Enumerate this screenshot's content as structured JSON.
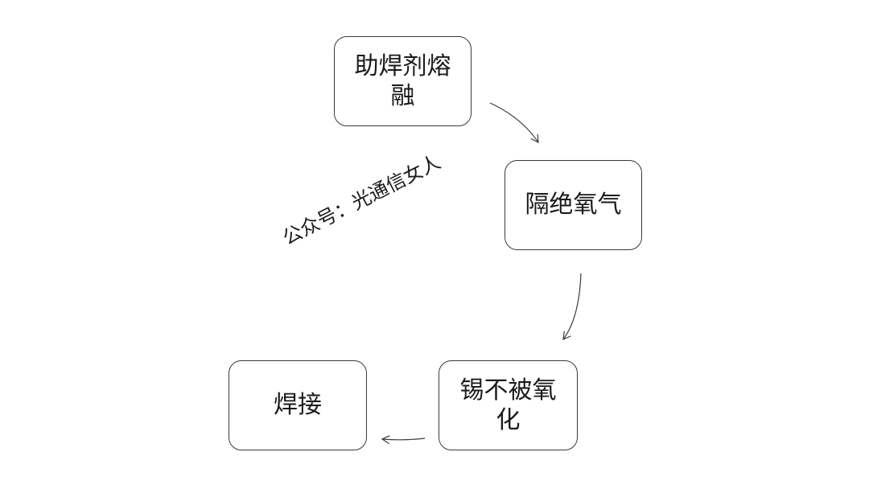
{
  "diagram": {
    "nodes": [
      {
        "id": "flux-melt",
        "label": "助焊剂熔融"
      },
      {
        "id": "isolate-oxygen",
        "label": "隔绝氧气"
      },
      {
        "id": "tin-not-oxidized",
        "label": "锡不被氧化"
      },
      {
        "id": "soldering",
        "label": "焊接"
      }
    ],
    "edges": [
      {
        "from": "flux-melt",
        "to": "isolate-oxygen"
      },
      {
        "from": "isolate-oxygen",
        "to": "tin-not-oxidized"
      },
      {
        "from": "tin-not-oxidized",
        "to": "soldering"
      }
    ],
    "watermark": "公众号：光通信女人",
    "stroke_color": "#3a3a3a"
  }
}
